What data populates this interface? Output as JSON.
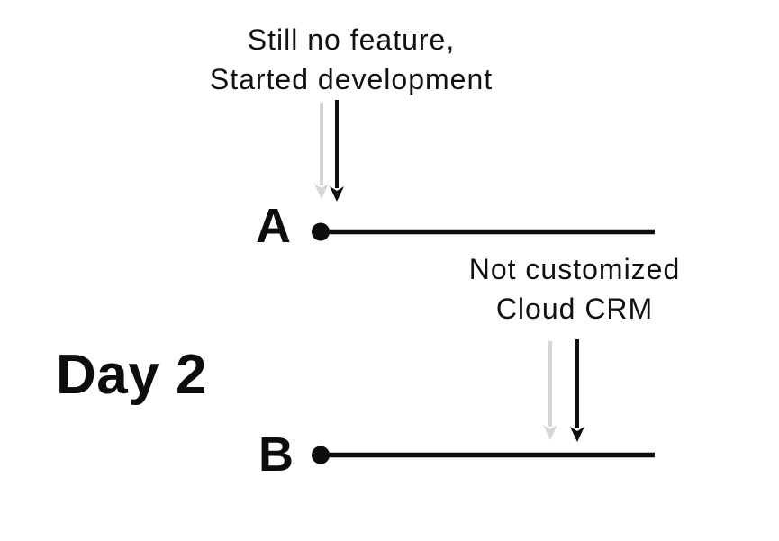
{
  "diagram": {
    "day_label": "Day 2",
    "timeline_a": {
      "label": "A",
      "annotation": {
        "line1": "Still no feature,",
        "line2": "Started development"
      }
    },
    "timeline_b": {
      "label": "B",
      "annotation": {
        "line1": "Not customized",
        "line2": "Cloud CRM"
      }
    },
    "icons": {
      "ghost_arrow": "down-arrow-icon",
      "main_arrow": "down-arrow-icon",
      "timeline_start": "dot-icon"
    },
    "colors": {
      "ink": "#0d0d0d",
      "ghost_arrow": "#d6d6d6",
      "background": "#ffffff"
    }
  }
}
